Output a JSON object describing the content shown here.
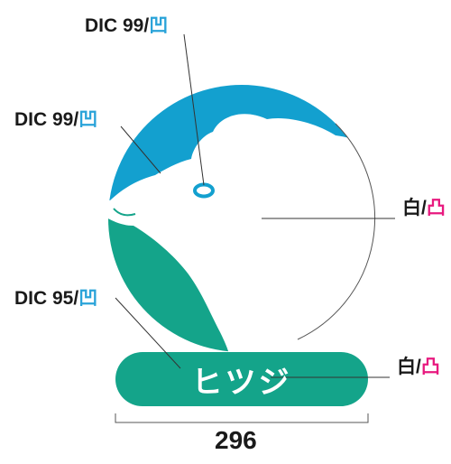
{
  "colors": {
    "blue": "#13a0cf",
    "green": "#14a48a",
    "white": "#ffffff",
    "line": "#333333",
    "concave_symbol": "#2aa3d9",
    "convex_symbol": "#e8197f"
  },
  "callouts": {
    "eye": {
      "text": "DIC 99/",
      "symbol": "凹"
    },
    "sky": {
      "text": "DIC 99/",
      "symbol": "凹"
    },
    "sheep": {
      "text": "白/",
      "symbol": "凸"
    },
    "ground": {
      "text": "DIC 95/",
      "symbol": "凹"
    },
    "pill_text": {
      "text": "白/",
      "symbol": "凸"
    }
  },
  "badge": {
    "label": "ヒツジ"
  },
  "dimension": {
    "width_value": "296"
  }
}
